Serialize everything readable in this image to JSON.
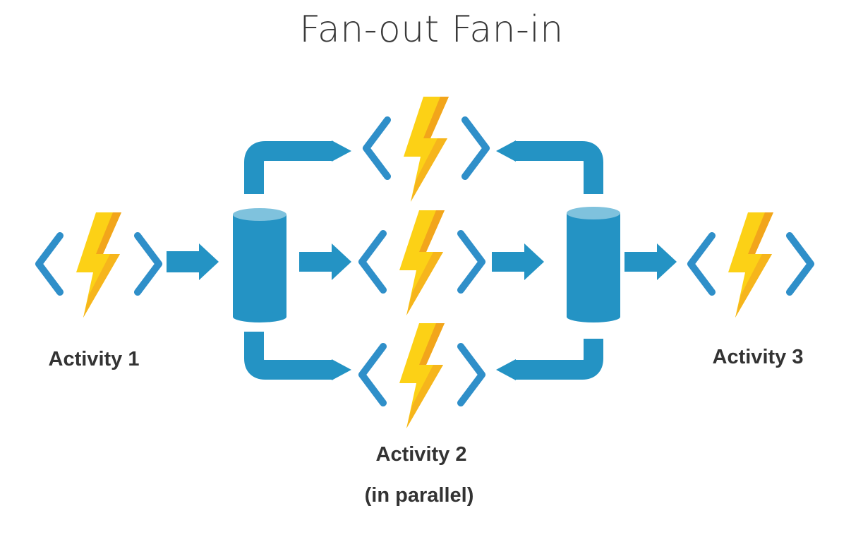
{
  "title": "Fan-out Fan-in",
  "labels": {
    "activity_1": "Activity 1",
    "activity_2": "Activity 2",
    "activity_2_note": "(in parallel)",
    "activity_3": "Activity 3"
  },
  "icons": {
    "function": "azure-function-icon",
    "queue": "storage-queue-icon",
    "arrow": "arrow-icon"
  },
  "colors": {
    "background": "#ffffff",
    "arrow": "#2493c4",
    "bracket": "#2f8fc9",
    "cylinder_body": "#2493c4",
    "cylinder_top": "#7fc2dd",
    "bolt_main": "#fcd116",
    "bolt_shade": "#f2a51b",
    "text": "#333333"
  }
}
